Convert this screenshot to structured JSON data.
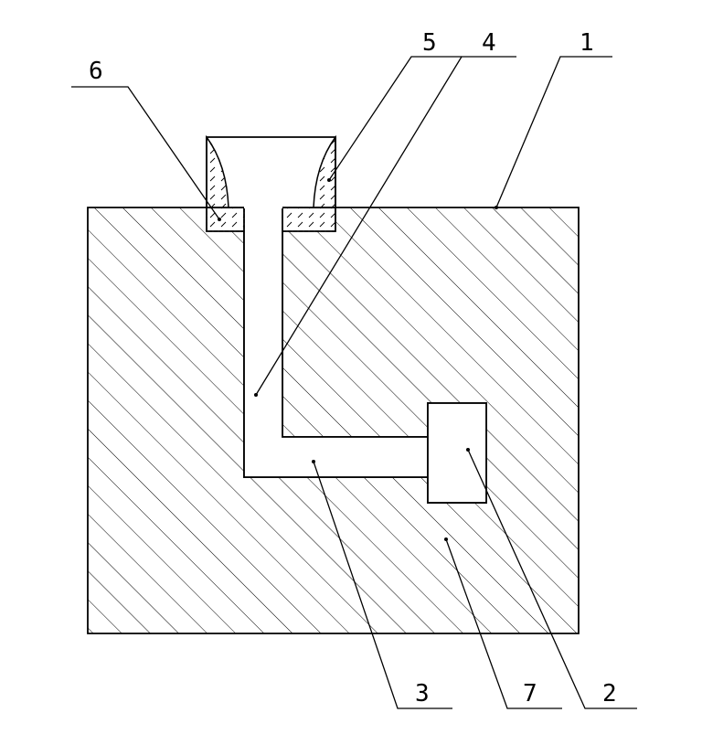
{
  "labels": {
    "l1": "1",
    "l2": "2",
    "l3": "3",
    "l4": "4",
    "l5": "5",
    "l6": "6",
    "l7": "7"
  },
  "colors": {
    "line": "#000000",
    "background": "#ffffff"
  }
}
